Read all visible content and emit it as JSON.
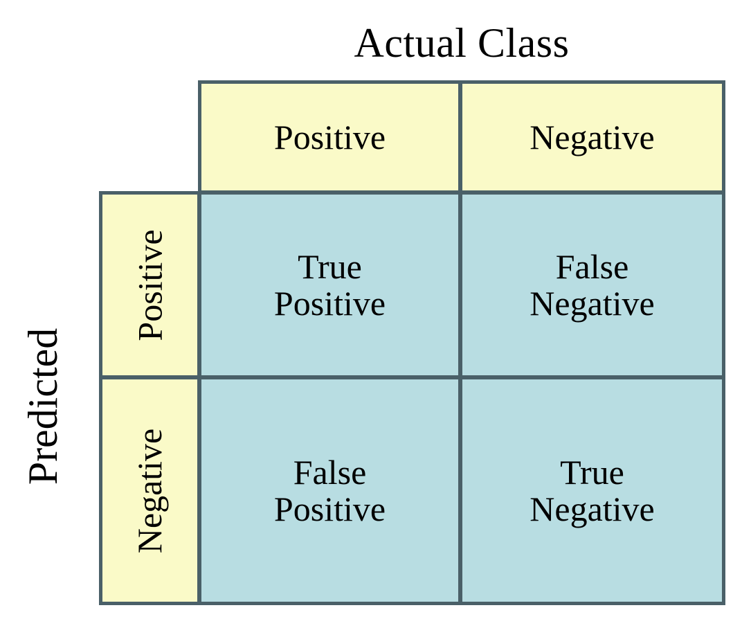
{
  "figure": {
    "kind": "confusion-matrix",
    "top_axis_title": "Actual Class",
    "left_axis_title": "Predicted"
  },
  "colors": {
    "header_fill": "#FAFAC8",
    "rowlabel_fill": "#FAFAC8",
    "data_fill": "#B8DDE2",
    "border": "#4A6068",
    "text": "#000000",
    "background": "#FFFFFF"
  },
  "chart_data": {
    "type": "table",
    "title": "Actual Class",
    "xlabel": "Actual Class",
    "ylabel": "Predicted",
    "column_headers": [
      "Positive",
      "Negative"
    ],
    "row_headers": [
      "Positive",
      "Negative"
    ],
    "cells": [
      [
        "True\nPositive",
        "False\nNegative"
      ],
      [
        "False\nPositive",
        "True\nNegative"
      ]
    ],
    "cells_flat": [
      {
        "row": "Positive",
        "column": "Positive",
        "label": "True Positive"
      },
      {
        "row": "Positive",
        "column": "Negative",
        "label": "False Negative"
      },
      {
        "row": "Negative",
        "column": "Positive",
        "label": "False Positive"
      },
      {
        "row": "Negative",
        "column": "Negative",
        "label": "True Negative"
      }
    ],
    "grid": true,
    "legend": "none"
  }
}
